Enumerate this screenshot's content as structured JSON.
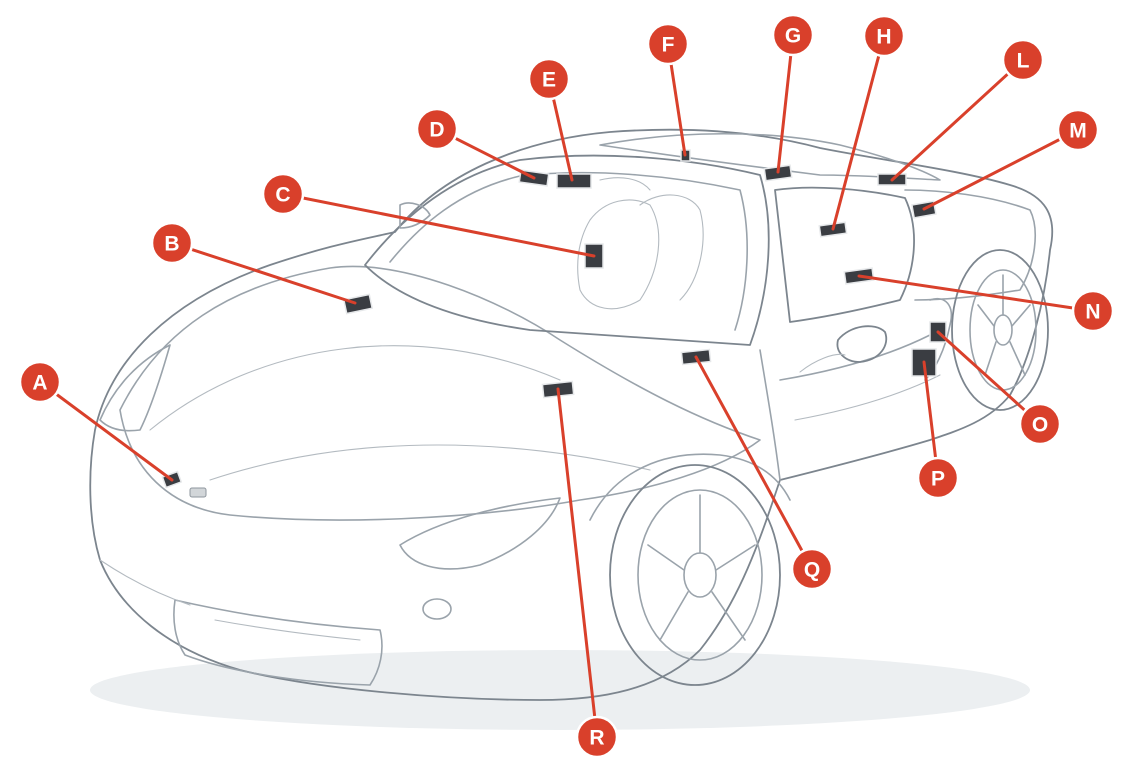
{
  "diagram": {
    "accent_color": "#d9402b",
    "labels": [
      {
        "id": "A",
        "text": "A"
      },
      {
        "id": "B",
        "text": "B"
      },
      {
        "id": "C",
        "text": "C"
      },
      {
        "id": "D",
        "text": "D"
      },
      {
        "id": "E",
        "text": "E"
      },
      {
        "id": "F",
        "text": "F"
      },
      {
        "id": "G",
        "text": "G"
      },
      {
        "id": "H",
        "text": "H"
      },
      {
        "id": "L",
        "text": "L"
      },
      {
        "id": "M",
        "text": "M"
      },
      {
        "id": "N",
        "text": "N"
      },
      {
        "id": "O",
        "text": "O"
      },
      {
        "id": "P",
        "text": "P"
      },
      {
        "id": "Q",
        "text": "Q"
      },
      {
        "id": "R",
        "text": "R"
      }
    ]
  }
}
